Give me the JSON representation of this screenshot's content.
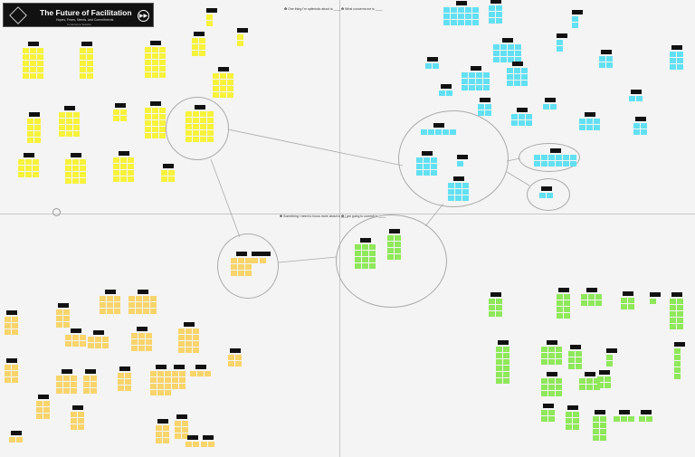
{
  "board": {
    "title": "The Future of Facilitation",
    "subtitle": "Hopes, Fears, Needs, and Commitments",
    "date_line": "Conference Session",
    "next_icon": "fast-forward-icon",
    "quadrants": [
      {
        "label": "❶ One thing I'm optimistic about is ____",
        "color": "#f7f23a"
      },
      {
        "label": "❷ What concerns me is ____",
        "color": "#62e0f2"
      },
      {
        "label": "❸ Something I need to focus more about is ____",
        "color": "#f8d46a"
      },
      {
        "label": "❹ I am going to commit to ____",
        "color": "#8fe85a"
      }
    ]
  }
}
